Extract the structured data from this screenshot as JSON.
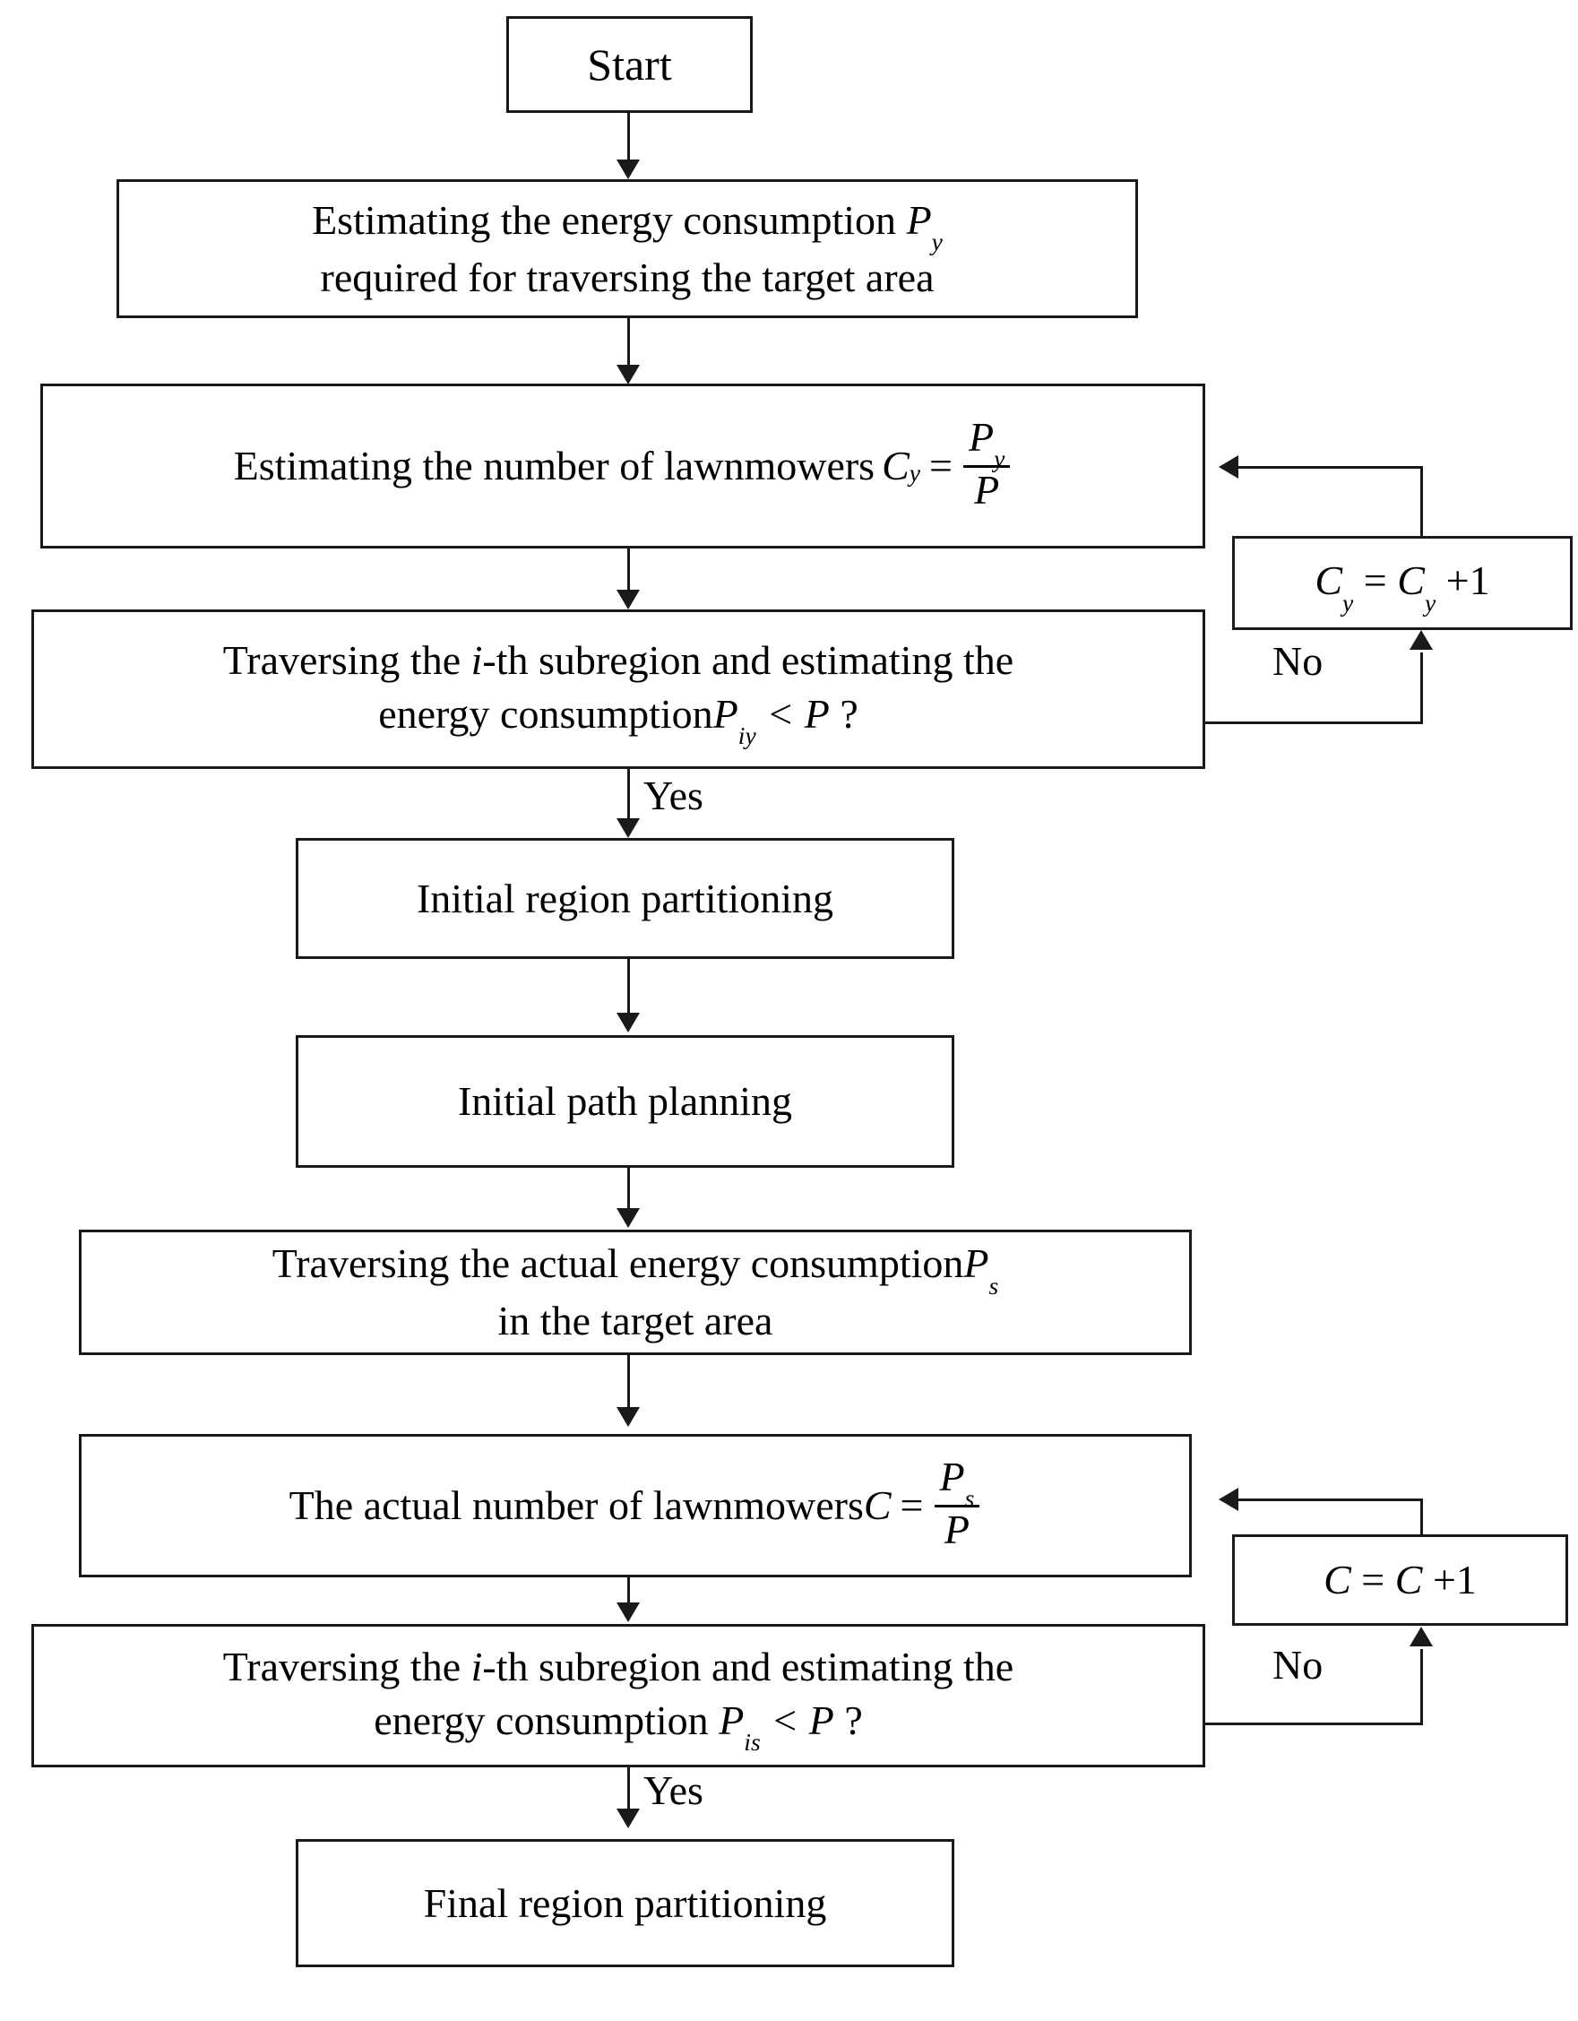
{
  "diagram": {
    "title": "Lawnmower region partitioning and path planning flowchart",
    "type": "flowchart",
    "background_color": "#ffffff",
    "line_color": "#1a1a1a",
    "text_color": "#000000"
  },
  "nodes": {
    "start": {
      "label": "Start"
    },
    "estimate_energy": {
      "line1_pre": "Estimating the energy consumption ",
      "line1_var": "P",
      "line1_sub": "y",
      "line2": "required for traversing the target area"
    },
    "estimate_count": {
      "text_pre": "Estimating the number of lawnmowers",
      "var": "C",
      "var_sub": "y",
      "equals": "=",
      "frac_num": "P",
      "frac_num_sub": "y",
      "frac_den": "P"
    },
    "check_initial": {
      "line1_pre": "Traversing the ",
      "line1_italic": "i",
      "line1_post": "-th subregion and estimating the",
      "line2_pre": "energy consumption",
      "line2_var": "P",
      "line2_sub": "iy",
      "line2_op": "< ",
      "line2_ref": "P",
      "line2_q": " ?"
    },
    "increment_cy": {
      "var": "C",
      "var_sub": "y",
      "equals": "=",
      "var2": "C",
      "var2_sub": "y",
      "plus": "+1"
    },
    "initial_partition": {
      "label": "Initial region partitioning"
    },
    "initial_path": {
      "label": "Initial path planning"
    },
    "actual_energy": {
      "line1_pre": "Traversing the actual energy consumption",
      "line1_var": "P",
      "line1_sub": "s",
      "line2": "in the target area"
    },
    "actual_count": {
      "text_pre": "The actual number of lawnmowers ",
      "var": "C",
      "equals": "=",
      "frac_num": "P",
      "frac_num_sub": "s",
      "frac_den": "P"
    },
    "increment_c": {
      "var": "C",
      "equals": "=",
      "var2": "C",
      "plus": "+1"
    },
    "check_actual": {
      "line1_pre": "Traversing the ",
      "line1_italic": "i",
      "line1_post": "-th subregion and estimating the",
      "line2_pre": "energy consumption ",
      "line2_var": "P",
      "line2_sub": "is",
      "line2_op": "< ",
      "line2_ref": "P",
      "line2_q": " ?"
    },
    "final_partition": {
      "label": "Final region partitioning"
    }
  },
  "edge_labels": {
    "no_upper": "No",
    "yes_upper": "Yes",
    "no_lower": "No",
    "yes_lower": "Yes"
  }
}
